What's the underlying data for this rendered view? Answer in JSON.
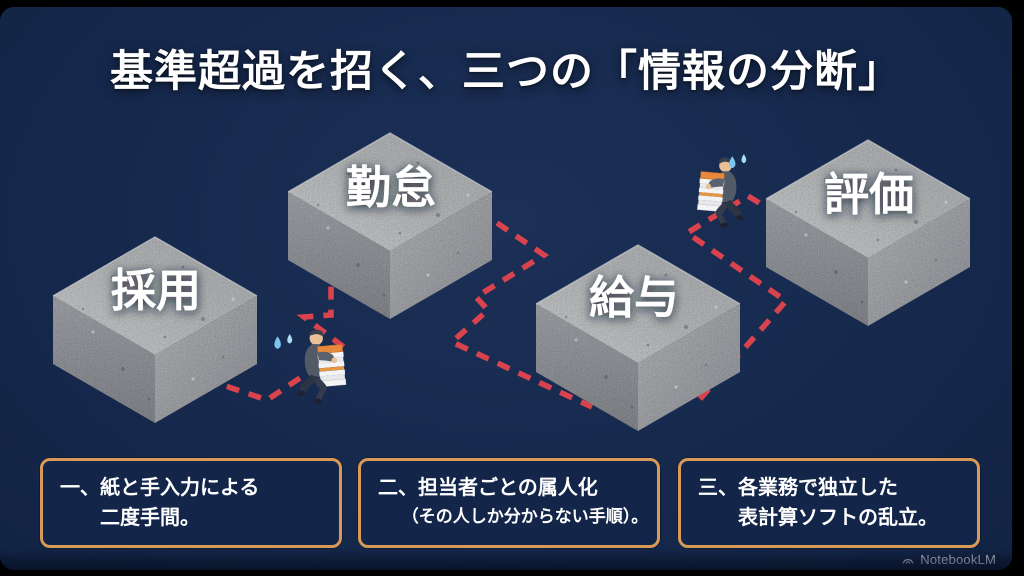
{
  "title": "基準超過を招く、三つの「情報の分断」",
  "blocks": [
    {
      "id": "recruitment",
      "label": "採用"
    },
    {
      "id": "attendance",
      "label": "勤怠"
    },
    {
      "id": "payroll",
      "label": "給与"
    },
    {
      "id": "evaluation",
      "label": "評価"
    }
  ],
  "notes": [
    {
      "num": "一、",
      "line1": "紙と手入力による",
      "line2": "二度手間。"
    },
    {
      "num": "二、",
      "line1": "担当者ごとの属人化",
      "line2": "（その人しか分からない手順）。"
    },
    {
      "num": "三、",
      "line1": "各業務で独立した",
      "line2": "表計算ソフトの乱立。"
    }
  ],
  "watermark": {
    "label": "NotebookLM"
  },
  "icons": {
    "watermark": "notebooklm-logo-icon",
    "runner": "paper-carrier-runner",
    "sweat": "sweat-drops-icon",
    "path": "red-dashed-route"
  },
  "colors": {
    "background": "#16294d",
    "frame": "#000000",
    "dash_red": "#d8434e",
    "note_border": "#d79a58",
    "note_fill": "#132549",
    "block_top": "#bdc0c2",
    "block_left": "#8b8e94",
    "block_right": "#a3a6aa",
    "text": "#ffffff",
    "watermark_text": "#b9c2d0",
    "sweat_blue": "#7cc4ec",
    "binder_orange": "#e8883d"
  }
}
